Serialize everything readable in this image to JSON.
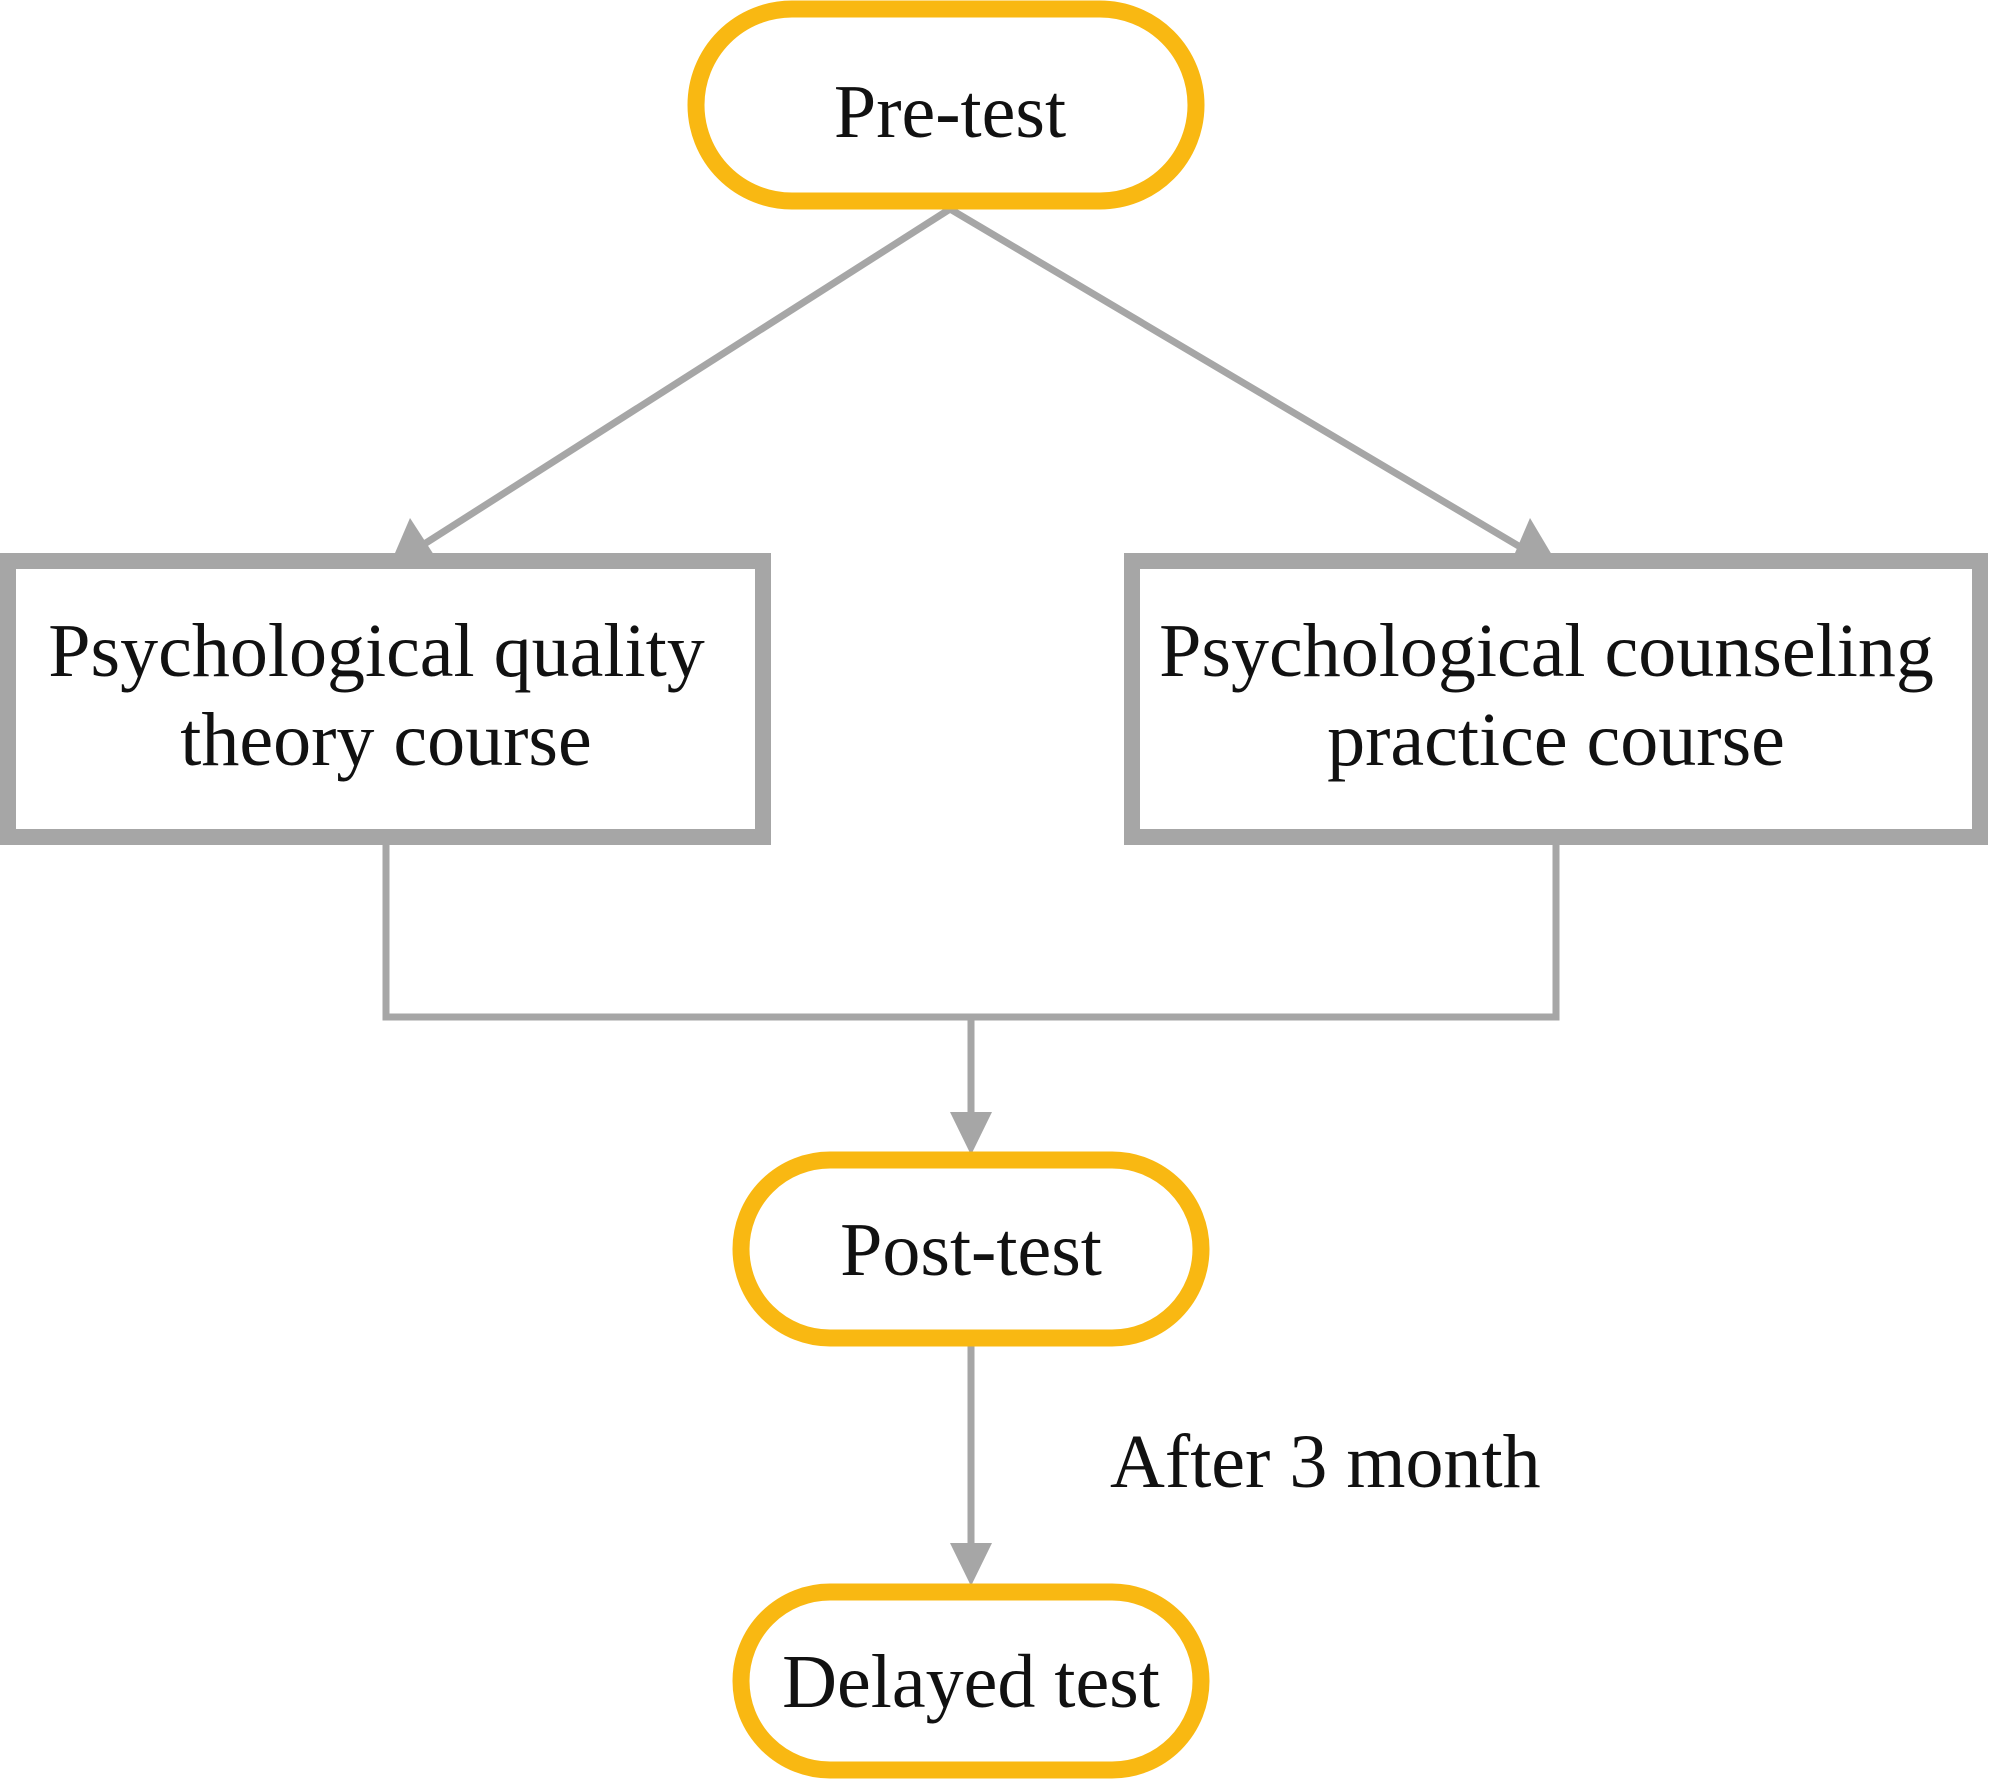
{
  "colors": {
    "terminal_border": "#F9B812",
    "process_border": "#A6A6A6",
    "connector": "#A6A6A6",
    "text": "#111111"
  },
  "nodes": {
    "pretest": {
      "label": "Pre-test"
    },
    "theory_course": {
      "lines": [
        "Psychological quality",
        "theory course"
      ]
    },
    "practice_course": {
      "lines": [
        "Psychological counseling",
        "practice course"
      ]
    },
    "posttest": {
      "label": "Post-test"
    },
    "delayed_test": {
      "label": "Delayed test"
    }
  },
  "edges": {
    "posttest_to_delayed": {
      "label": "After 3 month"
    }
  }
}
